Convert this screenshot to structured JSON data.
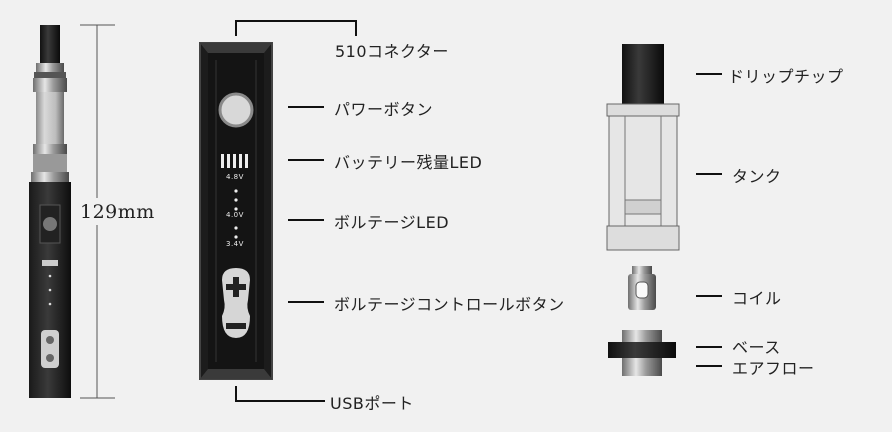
{
  "height_label": "129mm",
  "mod_labels": {
    "connector": "510コネクター",
    "power_button": "パワーボタン",
    "battery_led": "バッテリー残量LED",
    "voltage_led": "ボルテージLED",
    "voltage_button": "ボルテージコントロールボタン",
    "usb_port": "USBポート"
  },
  "voltage_values": [
    "4.8V",
    "4.0V",
    "3.4V"
  ],
  "atomizer_labels": {
    "drip_tip": "ドリップチップ",
    "tank": "タンク",
    "coil": "コイル",
    "base": "ベース",
    "airflow": "エアフロー"
  }
}
